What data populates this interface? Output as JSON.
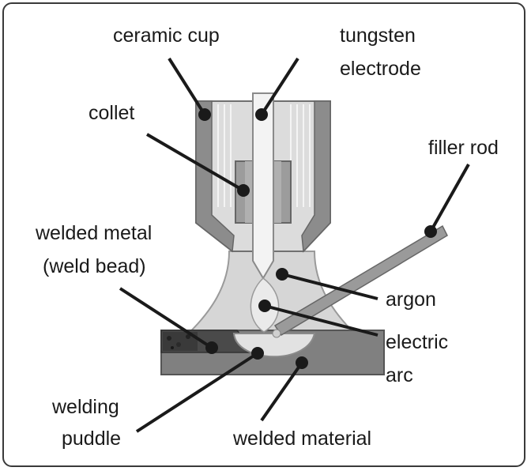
{
  "labels": {
    "ceramic_cup": "ceramic cup",
    "tungsten": "tungsten",
    "electrode": "electrode",
    "collet": "collet",
    "filler_rod": "filler rod",
    "welded_metal": "welded metal",
    "weld_bead": "(weld bead)",
    "argon": "argon",
    "electric": "electric",
    "arc": "arc",
    "welding": "welding",
    "puddle": "puddle",
    "welded_material": "welded material"
  },
  "colors": {
    "cup": "#d8d8d8",
    "cup_wall": "#8a8a8a",
    "collet": "#9a9a9a",
    "electrode": "#f2f2f2",
    "gas": "#d4d4d4",
    "base_metal": "#7f7f7f",
    "bead": "#5f5f5f",
    "puddle": "#e0e0e0",
    "leader": "#1a1a1a"
  }
}
